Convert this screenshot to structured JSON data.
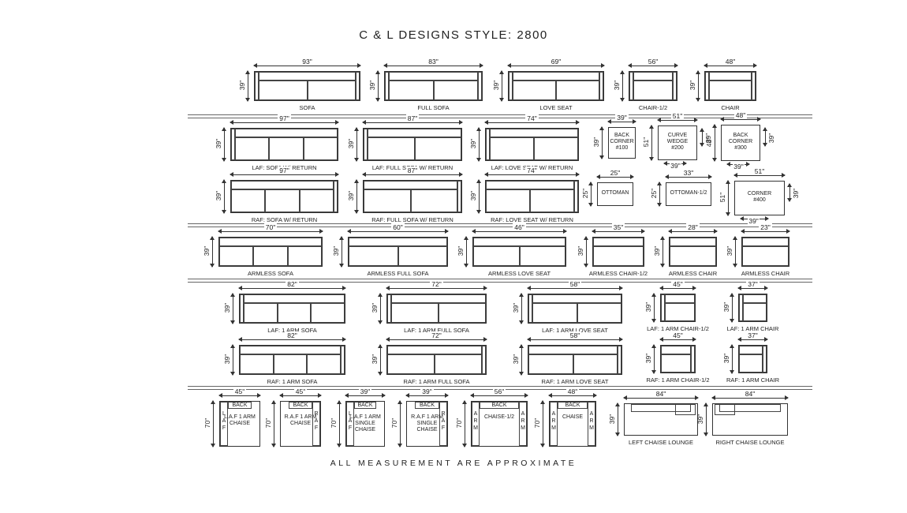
{
  "title": "C & L DESIGNS STYLE: 2800",
  "footer": "ALL MEASUREMENT ARE APPROXIMATE",
  "pieces": [
    {
      "id": "sofa",
      "label": "SOFA",
      "width": "93\"",
      "depth": "39\"",
      "cushions": 2,
      "arms": "both"
    },
    {
      "id": "full-sofa",
      "label": "FULL SOFA",
      "width": "83\"",
      "depth": "39\"",
      "cushions": 2,
      "arms": "both"
    },
    {
      "id": "love-seat",
      "label": "LOVE SEAT",
      "width": "69\"",
      "depth": "39\"",
      "cushions": 2,
      "arms": "both"
    },
    {
      "id": "chair-half",
      "label": "CHAIR-1/2",
      "width": "56\"",
      "depth": "39\"",
      "cushions": 1,
      "arms": "both"
    },
    {
      "id": "chair",
      "label": "CHAIR",
      "width": "48\"",
      "depth": "39\"",
      "cushions": 1,
      "arms": "both"
    },
    {
      "id": "laf-sofa-return",
      "label": "LAF: SOFA W/ RETURN",
      "width": "97\"",
      "depth": "39\"",
      "cushions": 3,
      "arms": "left"
    },
    {
      "id": "laf-full-sofa-return",
      "label": "LAF: FULL SOFA W/ RETURN",
      "width": "87\"",
      "depth": "39\"",
      "cushions": 2,
      "arms": "left"
    },
    {
      "id": "laf-love-seat-return",
      "label": "LAF: LOVE SEAT W/ RETURN",
      "width": "74\"",
      "depth": "39\"",
      "cushions": 2,
      "arms": "left"
    },
    {
      "id": "corner-100",
      "lines": [
        "BACK",
        "CORNER",
        "#100"
      ],
      "width": "39\"",
      "depth": "39\""
    },
    {
      "id": "curve-wedge-200",
      "lines": [
        "CURVE",
        "WEDGE",
        "#200"
      ],
      "width": "51\"",
      "depth": "51\"",
      "depth2": "39\"",
      "bottom": "39\""
    },
    {
      "id": "corner-300",
      "lines": [
        "BACK",
        "CORNER",
        "#300"
      ],
      "width": "48\"",
      "depth": "48\"",
      "depth2": "39\"",
      "bottom": "39\""
    },
    {
      "id": "raf-sofa-return",
      "label": "RAF: SOFA W/ RETURN",
      "width": "97\"",
      "depth": "39\"",
      "cushions": 3,
      "arms": "right"
    },
    {
      "id": "raf-full-sofa-return",
      "label": "RAF: FULL SOFA W/ RETURN",
      "width": "87\"",
      "depth": "39\"",
      "cushions": 2,
      "arms": "right"
    },
    {
      "id": "raf-love-seat-return",
      "label": "RAF: LOVE SEAT W/ RETURN",
      "width": "74\"",
      "depth": "39\"",
      "cushions": 2,
      "arms": "right"
    },
    {
      "id": "ottoman",
      "lines": [
        "OTTOMAN"
      ],
      "width": "25\"",
      "depth": "25\""
    },
    {
      "id": "ottoman-half",
      "lines": [
        "OTTOMAN-1/2"
      ],
      "width": "33\"",
      "depth": "25\""
    },
    {
      "id": "corner-400",
      "lines": [
        "CORNER",
        "#400"
      ],
      "width": "51\"",
      "depth": "51\"",
      "depth2": "39\"",
      "bottom": "39\""
    },
    {
      "id": "armless-sofa",
      "label": "ARMLESS SOFA",
      "width": "70\"",
      "depth": "39\"",
      "cushions": 3,
      "arms": "none"
    },
    {
      "id": "armless-full-sofa",
      "label": "ARMLESS FULL SOFA",
      "width": "60\"",
      "depth": "39\"",
      "cushions": 2,
      "arms": "none"
    },
    {
      "id": "armless-love-seat",
      "label": "ARMLESS LOVE SEAT",
      "width": "46\"",
      "depth": "39\"",
      "cushions": 2,
      "arms": "none"
    },
    {
      "id": "armless-chair-half",
      "label": "ARMLESS CHAIR-1/2",
      "width": "35\"",
      "depth": "39\"",
      "cushions": 1,
      "arms": "none"
    },
    {
      "id": "armless-chair-28",
      "label": "ARMLESS CHAIR",
      "width": "28\"",
      "depth": "39\"",
      "cushions": 1,
      "arms": "none"
    },
    {
      "id": "armless-chair-23",
      "label": "ARMLESS CHAIR",
      "width": "23\"",
      "depth": "39\"",
      "cushions": 1,
      "arms": "none"
    },
    {
      "id": "laf-1arm-sofa",
      "label": "LAF: 1 ARM SOFA",
      "width": "82\"",
      "depth": "39\"",
      "cushions": 3,
      "arms": "left"
    },
    {
      "id": "laf-1arm-full-sofa",
      "label": "LAF: 1 ARM FULL SOFA",
      "width": "72\"",
      "depth": "39\"",
      "cushions": 2,
      "arms": "left"
    },
    {
      "id": "laf-1arm-love-seat",
      "label": "LAF: 1 ARM LOVE SEAT",
      "width": "58\"",
      "depth": "39\"",
      "cushions": 2,
      "arms": "left"
    },
    {
      "id": "laf-1arm-chair-half",
      "label": "LAF: 1 ARM CHAIR-1/2",
      "width": "45\"",
      "depth": "39\"",
      "cushions": 1,
      "arms": "left"
    },
    {
      "id": "laf-1arm-chair",
      "label": "LAF: 1 ARM CHAIR",
      "width": "37\"",
      "depth": "39\"",
      "cushions": 1,
      "arms": "left"
    },
    {
      "id": "raf-1arm-sofa",
      "label": "RAF: 1 ARM SOFA",
      "width": "82\"",
      "depth": "39\"",
      "cushions": 3,
      "arms": "right"
    },
    {
      "id": "raf-1arm-full-sofa",
      "label": "RAF: 1 ARM FULL SOFA",
      "width": "72\"",
      "depth": "39\"",
      "cushions": 2,
      "arms": "right"
    },
    {
      "id": "raf-1arm-love-seat",
      "label": "RAF: 1 ARM LOVE SEAT",
      "width": "58\"",
      "depth": "39\"",
      "cushions": 2,
      "arms": "right"
    },
    {
      "id": "raf-1arm-chair-half",
      "label": "RAF: 1 ARM CHAIR-1/2",
      "width": "45\"",
      "depth": "39\"",
      "cushions": 1,
      "arms": "right"
    },
    {
      "id": "raf-1arm-chair",
      "label": "RAF: 1 ARM CHAIR",
      "width": "37\"",
      "depth": "39\"",
      "cushions": 1,
      "arms": "right"
    },
    {
      "id": "laf-1arm-chaise",
      "lines": [
        "L.A.F 1 ARM",
        "CHAISE"
      ],
      "back": "BACK",
      "side": "LAF",
      "sideOn": "left",
      "width": "45\"",
      "depth": "70\""
    },
    {
      "id": "raf-1arm-chaise",
      "lines": [
        "R.A.F 1 ARM",
        "CHAISE"
      ],
      "back": "BACK",
      "side": "RAF",
      "sideOn": "right",
      "width": "45\"",
      "depth": "70\""
    },
    {
      "id": "laf-1arm-single-chaise",
      "lines": [
        "L.A.F 1 ARM",
        "SINGLE",
        "CHAISE"
      ],
      "back": "BACK",
      "side": "LAF",
      "sideOn": "left",
      "width": "39\"",
      "depth": "70\""
    },
    {
      "id": "raf-1arm-single-chaise",
      "lines": [
        "R.A.F 1 ARM",
        "SINGLE",
        "CHAISE"
      ],
      "back": "BACK",
      "side": "RAF",
      "sideOn": "right",
      "width": "39\"",
      "depth": "70\""
    },
    {
      "id": "chaise-half",
      "lines": [
        "CHAISE-1/2"
      ],
      "back": "BACK",
      "side": "ARM",
      "sideOn": "both",
      "width": "56\"",
      "depth": "70\""
    },
    {
      "id": "chaise",
      "lines": [
        "CHAISE"
      ],
      "back": "BACK",
      "side": "ARM",
      "sideOn": "both",
      "width": "48\"",
      "depth": "70\""
    },
    {
      "id": "left-chaise-lounge",
      "label": "LEFT CHAISE LOUNGE",
      "width": "84\"",
      "depth": "39\"",
      "lounge": "left"
    },
    {
      "id": "right-chaise-lounge",
      "label": "RIGHT CHAISE LOUNGE",
      "width": "84\"",
      "depth": "39\"",
      "lounge": "right"
    }
  ]
}
